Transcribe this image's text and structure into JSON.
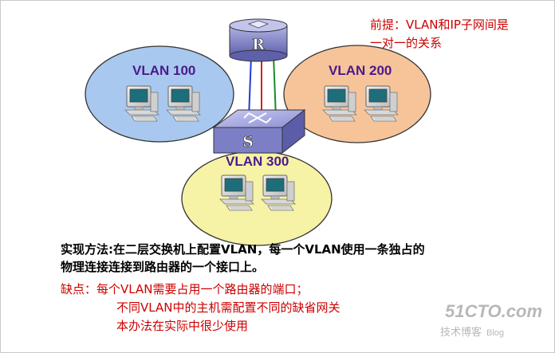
{
  "premise": {
    "line1": "前提：VLAN和IP子网间是",
    "line2": "一对一的关系"
  },
  "vlans": [
    {
      "label": "VLAN 100",
      "color": "#4b1a8a"
    },
    {
      "label": "VLAN 200",
      "color": "#4b1a8a"
    },
    {
      "label": "VLAN 300",
      "color": "#4b1a8a"
    }
  ],
  "router": {
    "letter": "R"
  },
  "switch": {
    "letter": "S"
  },
  "method": {
    "line1": "实现方法:在二层交换机上配置VLAN，每一个VLAN使用一条独占的",
    "line2": "物理连接连接到路由器的一个接口上。"
  },
  "cons": {
    "line1": "缺点：每个VLAN需要占用一个路由器的端口；",
    "line2": "不同VLAN中的主机需配置不同的缺省网关",
    "line3": "本办法在实际中很少使用"
  },
  "watermark": {
    "site": "51CTO.com",
    "sub": "技术博客",
    "blog": "Blog"
  },
  "colors": {
    "vlan100_fill": "#a9c8ef",
    "vlan200_fill": "#f7c49a",
    "vlan300_fill": "#f6f2a6",
    "device_fill": "#7d7fc6",
    "link_blue": "#1f3bd6",
    "link_red": "#d62020",
    "link_green": "#1a8a2a",
    "premise_text": "#cc0000",
    "cons_text": "#cc0000"
  },
  "icons": [
    "router-icon",
    "switch-icon",
    "computer-icon"
  ]
}
